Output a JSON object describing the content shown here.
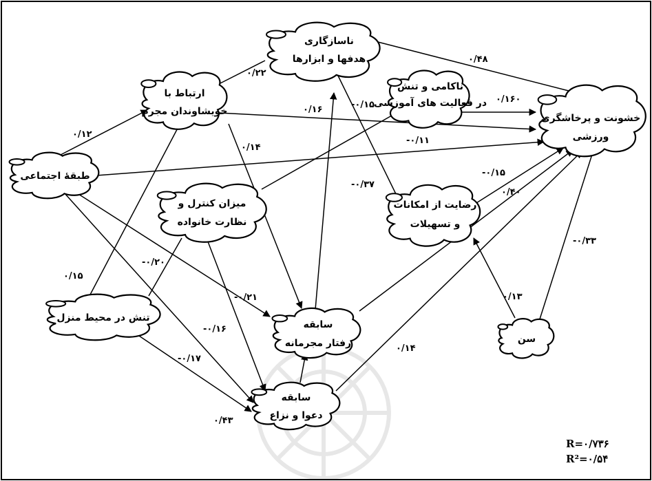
{
  "nodes": {
    "social_class": "طبقهٔ اجتماعی",
    "relatives": [
      "ارتباط با",
      "خویشاوندان مجرم"
    ],
    "goals": [
      "ناسازگاری",
      "هدفها و ابزارها"
    ],
    "failure": [
      "ناکامی و تنش",
      "در فعالیت های آموزشی"
    ],
    "violence": [
      "خشونت و پرخاشگری",
      "ورزشی"
    ],
    "family_control": [
      "میزان کنترل و",
      "نظارت خانواده"
    ],
    "satisfaction": [
      "رضایت از امکانات",
      "و تسهیلات"
    ],
    "home_tension": "تنش در محیط منزل",
    "criminal_history": [
      "سابقه",
      "رفتار مجرمانه"
    ],
    "age": "سن",
    "conflict_history": [
      "سابقه",
      "دعوا و نزاع"
    ]
  },
  "edges": [
    {
      "label": "۰/۱۲"
    },
    {
      "label": "۰/۲۲"
    },
    {
      "label": "۰/۴۸"
    },
    {
      "label": "۰/۱۶"
    },
    {
      "label": "-۰/۱۵"
    },
    {
      "label": "۰/۱۶۰"
    },
    {
      "label": "-۰/۱۱"
    },
    {
      "label": "۰/۱۴"
    },
    {
      "label": "-۰/۳۷"
    },
    {
      "label": "-۰/۱۵"
    },
    {
      "label": "۰/۴۰"
    },
    {
      "label": "-۰/۳۳"
    },
    {
      "label": "۰/۱۵"
    },
    {
      "label": "-۰/۲۰"
    },
    {
      "label": "-۰/۲۱"
    },
    {
      "label": "۰/۱۳"
    },
    {
      "label": "-۰/۱۶"
    },
    {
      "label": "-۰/۱۷"
    },
    {
      "label": "۰/۱۴"
    },
    {
      "label": "۰/۴۳"
    }
  ],
  "stats": {
    "r": "R=۰/۷۳۶",
    "r2": "R²=۰/۵۴"
  }
}
